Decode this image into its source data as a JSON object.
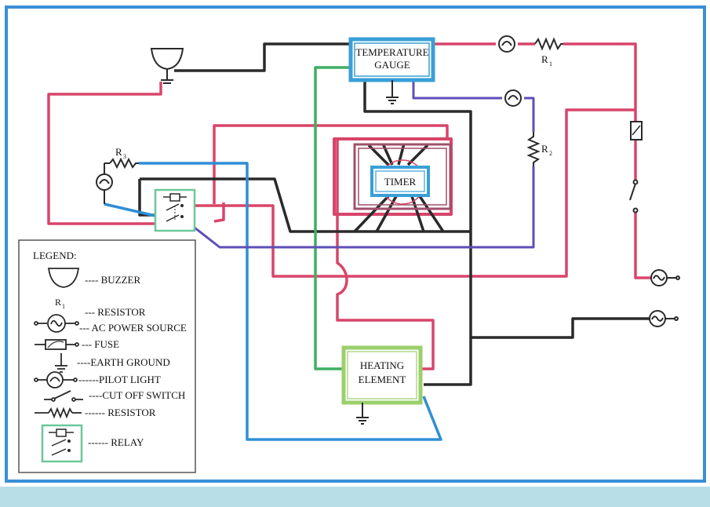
{
  "components": {
    "temperature_gauge": {
      "line1": "TEMPERATURE",
      "line2": "GAUGE"
    },
    "timer": {
      "label": "TIMER"
    },
    "heating_element": {
      "line1": "HEATING",
      "line2": "ELEMENT"
    },
    "r1": {
      "label": "R",
      "sub": "1"
    },
    "r2": {
      "label": "R",
      "sub": "2"
    },
    "r3": {
      "label": "R",
      "sub": "3"
    }
  },
  "legend": {
    "title": "LEGEND:",
    "items": [
      {
        "symbol": "buzzer",
        "text": "---- BUZZER"
      },
      {
        "symbol": "resistor-label",
        "text": "--- RESISTOR",
        "sym_label": "R",
        "sym_sub": "1"
      },
      {
        "symbol": "ac-source",
        "text": "--- AC POWER SOURCE"
      },
      {
        "symbol": "fuse",
        "text": "--- FUSE"
      },
      {
        "symbol": "earth-ground",
        "text": "----EARTH GROUND"
      },
      {
        "symbol": "pilot-light",
        "text": "------PILOT LIGHT"
      },
      {
        "symbol": "cut-off-switch",
        "text": "----CUT OFF SWITCH"
      },
      {
        "symbol": "resistor",
        "text": "------ RESISTOR"
      },
      {
        "symbol": "relay",
        "text": "------ RELAY"
      }
    ]
  },
  "colors": {
    "frame": "#3a8fd6",
    "red": "#d8456a",
    "black": "#2a2a2a",
    "blue": "#2f8fd6",
    "green": "#3fae63",
    "purple": "#5d4fb7",
    "footer": "#b8dfe8",
    "timer_outer": "#a0506a",
    "component_box": "#3a9fd6",
    "heating_box": "#9bcf6b",
    "relay_box": "#6dc79a"
  }
}
